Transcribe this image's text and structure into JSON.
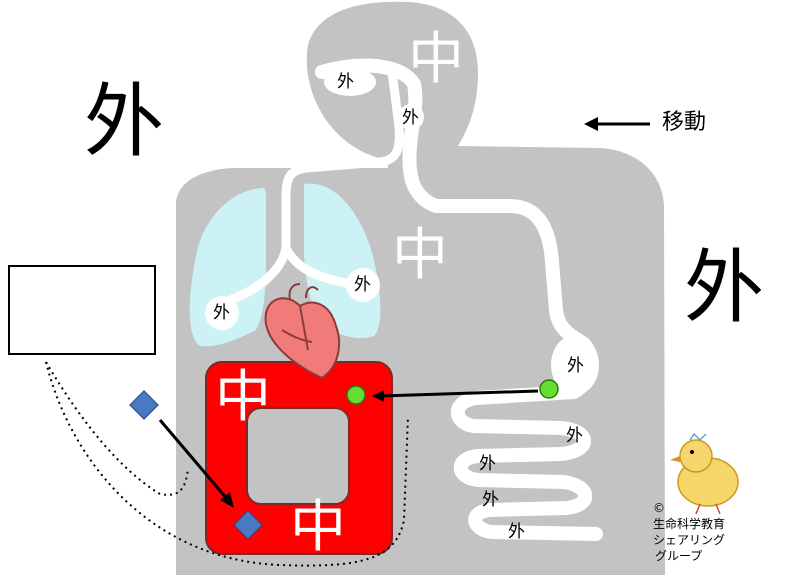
{
  "labels": {
    "outside": "外",
    "inside": "中",
    "move": "移動"
  },
  "credit": {
    "copyright": "©",
    "line1": "生命科学教育",
    "line2": "シェアリング",
    "line3": "グループ"
  },
  "legend_box": {
    "text": ""
  },
  "colors": {
    "body": "#c3c3c3",
    "lung": "#ccf2f6",
    "heart": "#f07b78",
    "circulation": "#ff0000",
    "green_dot": "#66dd33",
    "blue_diamond": "#4a78c2"
  }
}
